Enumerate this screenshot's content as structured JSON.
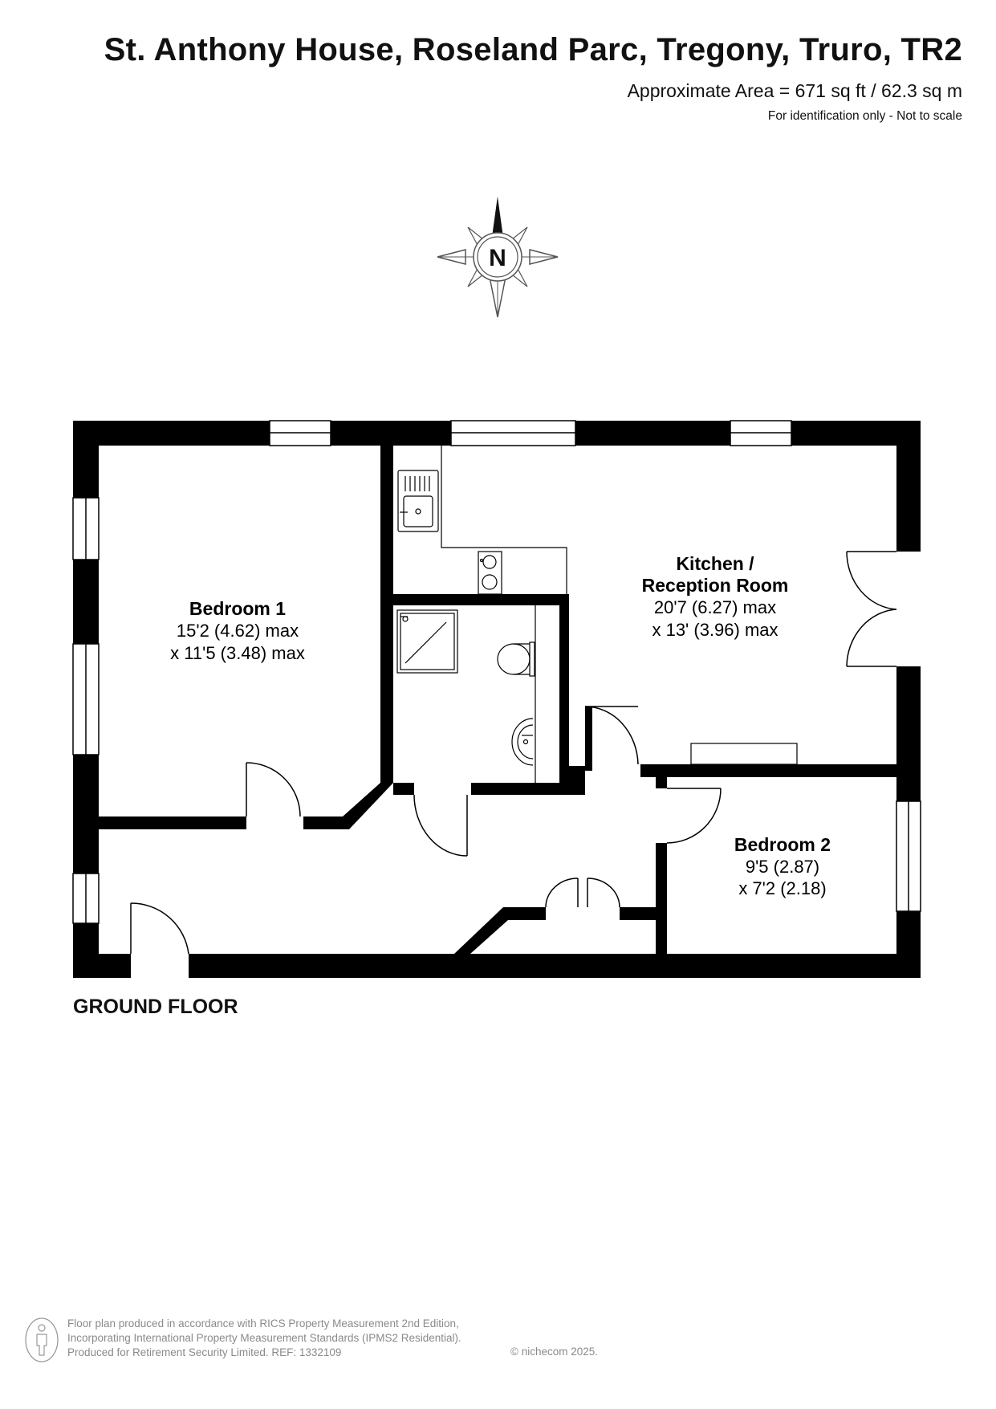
{
  "header": {
    "title": "St. Anthony House, Roseland Parc, Tregony, Truro, TR2",
    "area": "Approximate Area = 671 sq ft / 62.3 sq m",
    "identification": "For identification only - Not to scale"
  },
  "compass": {
    "north_label": "N"
  },
  "floor": {
    "label": "GROUND FLOOR"
  },
  "rooms": {
    "bedroom1": {
      "name": "Bedroom 1",
      "dim1": "15'2 (4.62) max",
      "dim2": "x 11'5 (3.48) max"
    },
    "kitchen": {
      "name1": "Kitchen /",
      "name2": "Reception Room",
      "dim1": "20'7 (6.27) max",
      "dim2": "x 13' (3.96) max"
    },
    "bedroom2": {
      "name": "Bedroom 2",
      "dim1": "9'5 (2.87)",
      "dim2": "x 7'2 (2.18)"
    }
  },
  "footer": {
    "line1": "Floor plan produced in accordance with RICS Property Measurement 2nd Edition,",
    "line2": "Incorporating International Property Measurement Standards (IPMS2 Residential).",
    "line3": "Produced for Retirement Security Limited.   REF: 1332109",
    "copyright": "© nichecom 2025."
  },
  "colors": {
    "wall": "#000000",
    "text": "#111111",
    "footer_text": "#8a8a8a",
    "compass_stroke": "#555555"
  },
  "icons": [
    "compass-rose-icon",
    "sink-icon",
    "hob-icon",
    "shower-tray-icon",
    "toilet-icon",
    "basin-icon",
    "person-logo-icon"
  ]
}
